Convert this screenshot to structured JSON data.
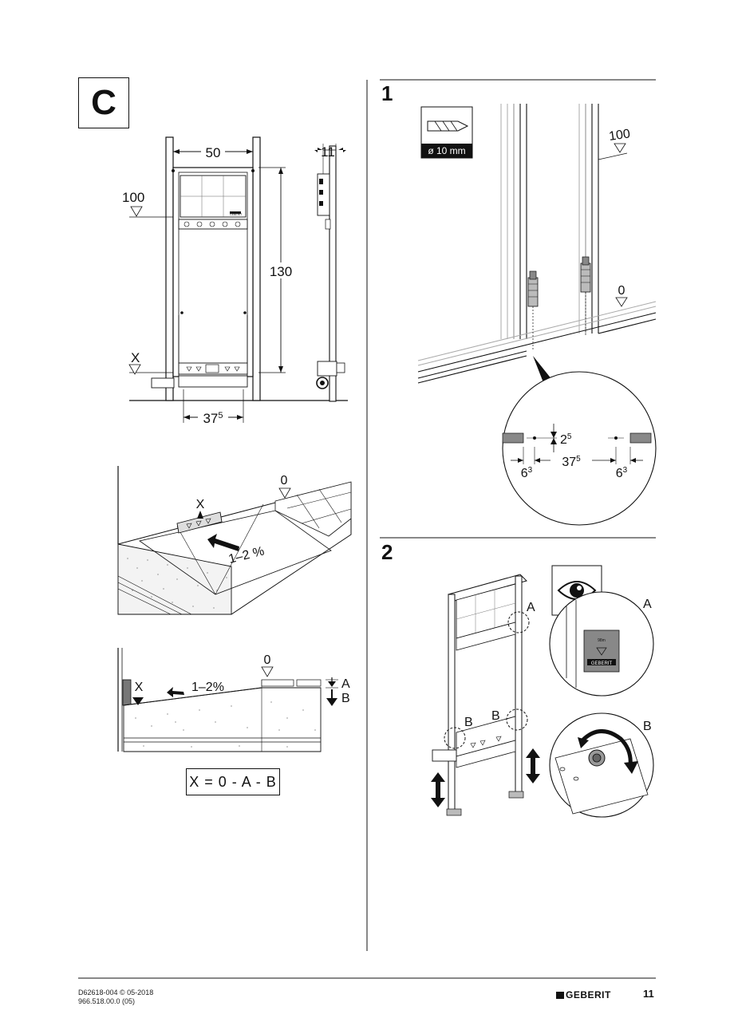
{
  "section": {
    "letter": "C"
  },
  "frame_diagram": {
    "width_dim": "50",
    "depth_dim": "11",
    "height_dim": "130",
    "ref_100": "100",
    "ref_x": "X",
    "bottom_dim_main": "37",
    "bottom_dim_sup": "5",
    "plate_logo": "GEBERIT"
  },
  "floor_perspective": {
    "label_zero": "0",
    "label_x": "X",
    "slope": "1–2 %"
  },
  "floor_section": {
    "label_zero": "0",
    "label_x": "X",
    "slope": "1–2%",
    "label_a": "A",
    "label_b": "B",
    "formula": "X = 0 - A - B"
  },
  "step1": {
    "number": "1",
    "drill_label": "ø 10 mm",
    "ref_100": "100",
    "ref_zero": "0",
    "dim_vertical_main": "2",
    "dim_vertical_sup": "5",
    "dim_left_main": "6",
    "dim_left_sup": "3",
    "dim_center_main": "37",
    "dim_center_sup": "5",
    "dim_right_main": "6",
    "dim_right_sup": "3"
  },
  "step2": {
    "number": "2",
    "label_a": "A",
    "label_b": "B",
    "detail_a_label": "A",
    "detail_b_label": "B",
    "detail_plate_mark": "98m",
    "detail_plate_logo": "GEBERIT"
  },
  "footer": {
    "doc_code": "D62618-004 © 05-2018",
    "article_code": "966.518.00.0 (05)",
    "logo_text": "GEBERIT",
    "page_number": "11"
  }
}
